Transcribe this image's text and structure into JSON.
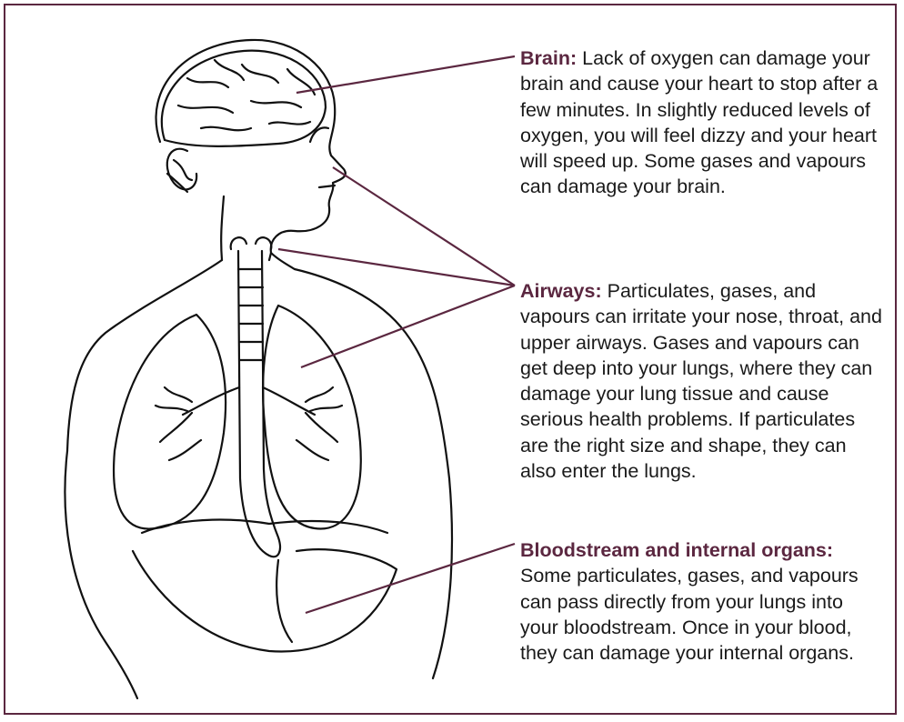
{
  "colors": {
    "accent": "#5b2740",
    "text": "#1a1a1a",
    "linework": "#111111"
  },
  "callouts": {
    "brain": {
      "heading": "Brain:",
      "body": "Lack of oxygen can damage your brain and cause your heart to stop after a few minutes. In slightly reduced levels of oxygen, you will feel dizzy and your heart will speed up. Some gases and vapours can damage your brain."
    },
    "airways": {
      "heading": "Airways:",
      "body": "Particulates, gases, and vapours can irritate your nose, throat, and upper airways. Gases and vapours can get deep into your lungs, where they can damage your lung tissue and cause serious health problems. If particulates are the right size and shape, they can also enter the lungs."
    },
    "bloodstream": {
      "heading": "Bloodstream and internal organs:",
      "body": "Some particulates, gases, and vapours can pass directly from your lungs into your bloodstream. Once in your blood, they can damage your internal organs."
    }
  }
}
